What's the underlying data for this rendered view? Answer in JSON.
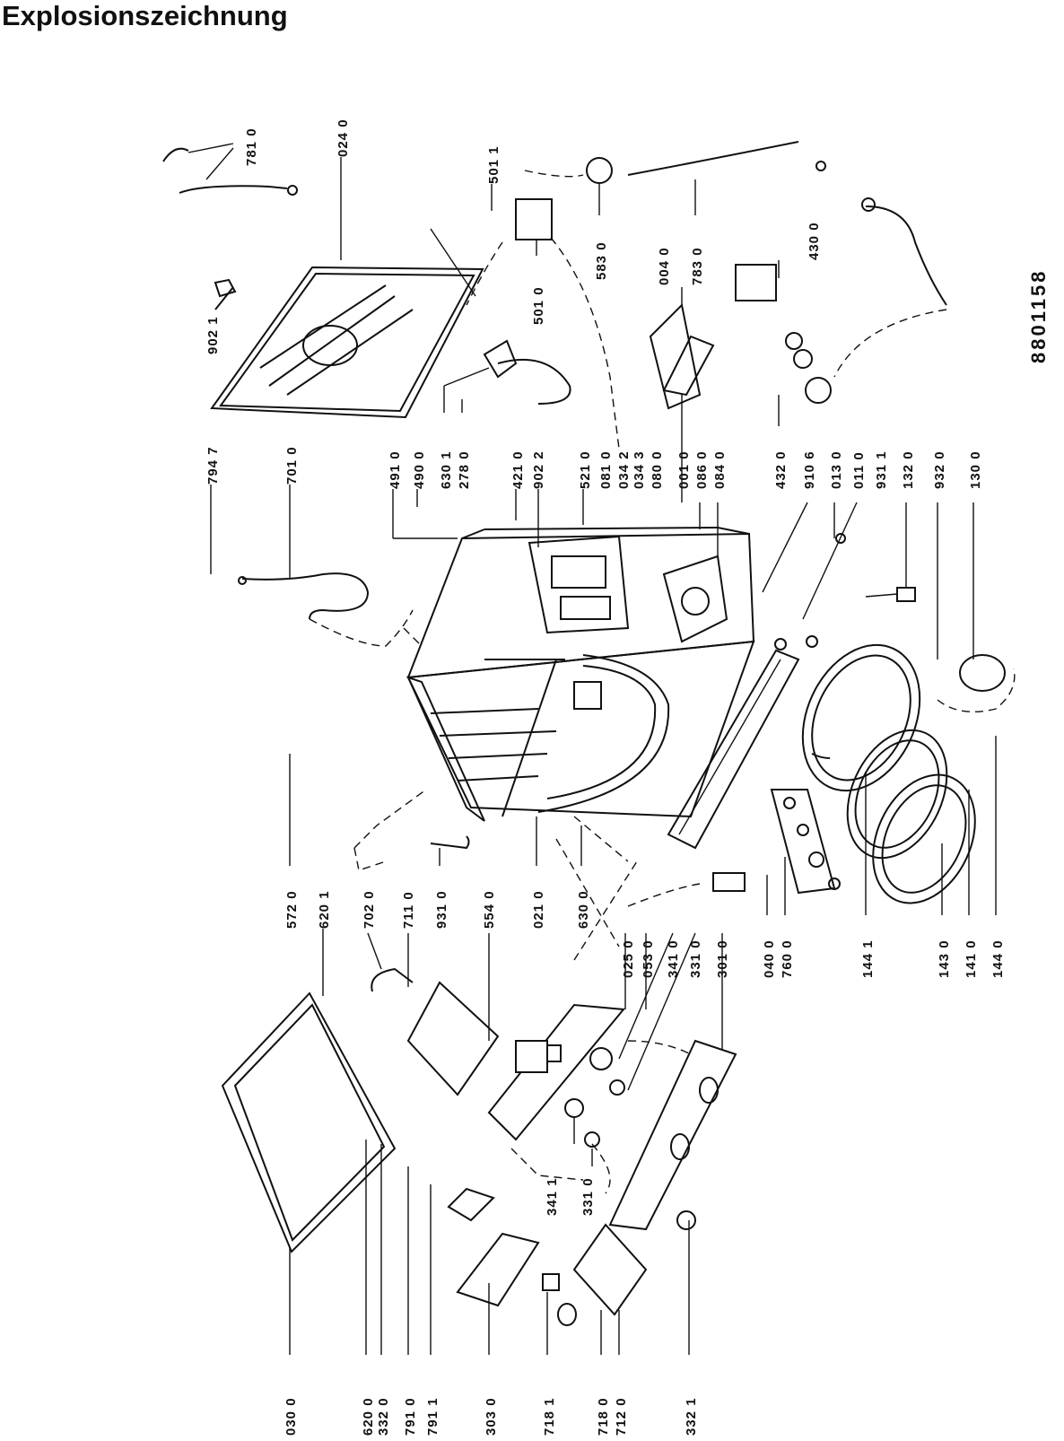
{
  "title": "Explosionszeichnung",
  "drawing_number": "8801158",
  "labels": [
    {
      "id": "l0300",
      "text": "030 0"
    },
    {
      "id": "l6200",
      "text": "620 0"
    },
    {
      "id": "l3320",
      "text": "332 0"
    },
    {
      "id": "l7910",
      "text": "791 0"
    },
    {
      "id": "l7911",
      "text": "791 1"
    },
    {
      "id": "l3030",
      "text": "303 0"
    },
    {
      "id": "l7181",
      "text": "718 1"
    },
    {
      "id": "l7180",
      "text": "718 0"
    },
    {
      "id": "l7120",
      "text": "712 0"
    },
    {
      "id": "l3321",
      "text": "332 1"
    },
    {
      "id": "l3411",
      "text": "341 1"
    },
    {
      "id": "l3310b",
      "text": "331 0"
    },
    {
      "id": "l5720",
      "text": "572 0"
    },
    {
      "id": "l6201",
      "text": "620 1"
    },
    {
      "id": "l7020",
      "text": "702 0"
    },
    {
      "id": "l7110",
      "text": "711 0"
    },
    {
      "id": "l9310",
      "text": "931 0"
    },
    {
      "id": "l5540",
      "text": "554 0"
    },
    {
      "id": "l0210",
      "text": "021 0"
    },
    {
      "id": "l6300",
      "text": "630 0"
    },
    {
      "id": "l0250",
      "text": "025 0"
    },
    {
      "id": "l0530",
      "text": "053 0"
    },
    {
      "id": "l3410",
      "text": "341 0"
    },
    {
      "id": "l3310",
      "text": "331 0"
    },
    {
      "id": "l3010",
      "text": "301 0"
    },
    {
      "id": "l0400",
      "text": "040 0"
    },
    {
      "id": "l7600",
      "text": "760 0"
    },
    {
      "id": "l1441",
      "text": "144 1"
    },
    {
      "id": "l1430",
      "text": "143 0"
    },
    {
      "id": "l1410",
      "text": "141 0"
    },
    {
      "id": "l1440",
      "text": "144 0"
    },
    {
      "id": "l7947",
      "text": "794 7"
    },
    {
      "id": "l7010",
      "text": "701 0"
    },
    {
      "id": "l9021",
      "text": "902 1"
    },
    {
      "id": "l7810",
      "text": "781 0"
    },
    {
      "id": "l0240",
      "text": "024 0"
    },
    {
      "id": "l4910",
      "text": "491 0"
    },
    {
      "id": "l4900",
      "text": "490 0"
    },
    {
      "id": "l6301",
      "text": "630 1"
    },
    {
      "id": "l2780",
      "text": "278 0"
    },
    {
      "id": "l4210",
      "text": "421 0"
    },
    {
      "id": "l9022",
      "text": "902 2"
    },
    {
      "id": "l5210",
      "text": "521 0"
    },
    {
      "id": "l0810",
      "text": "081 0"
    },
    {
      "id": "l0342",
      "text": "034 2"
    },
    {
      "id": "l0343",
      "text": "034 3"
    },
    {
      "id": "l0800",
      "text": "080 0"
    },
    {
      "id": "l0010",
      "text": "001 0"
    },
    {
      "id": "l0860",
      "text": "086 0"
    },
    {
      "id": "l0840",
      "text": "084 0"
    },
    {
      "id": "l4320",
      "text": "432 0"
    },
    {
      "id": "l9106",
      "text": "910 6"
    },
    {
      "id": "l0130",
      "text": "013 0"
    },
    {
      "id": "l0110",
      "text": "011 0"
    },
    {
      "id": "l9311",
      "text": "931 1"
    },
    {
      "id": "l1320",
      "text": "132 0"
    },
    {
      "id": "l9320",
      "text": "932 0"
    },
    {
      "id": "l1300",
      "text": "130 0"
    },
    {
      "id": "l5011",
      "text": "501 1"
    },
    {
      "id": "l5010",
      "text": "501 0"
    },
    {
      "id": "l5830",
      "text": "583 0"
    },
    {
      "id": "l0040",
      "text": "004 0"
    },
    {
      "id": "l7830",
      "text": "783 0"
    },
    {
      "id": "l4300",
      "text": "430 0"
    }
  ]
}
